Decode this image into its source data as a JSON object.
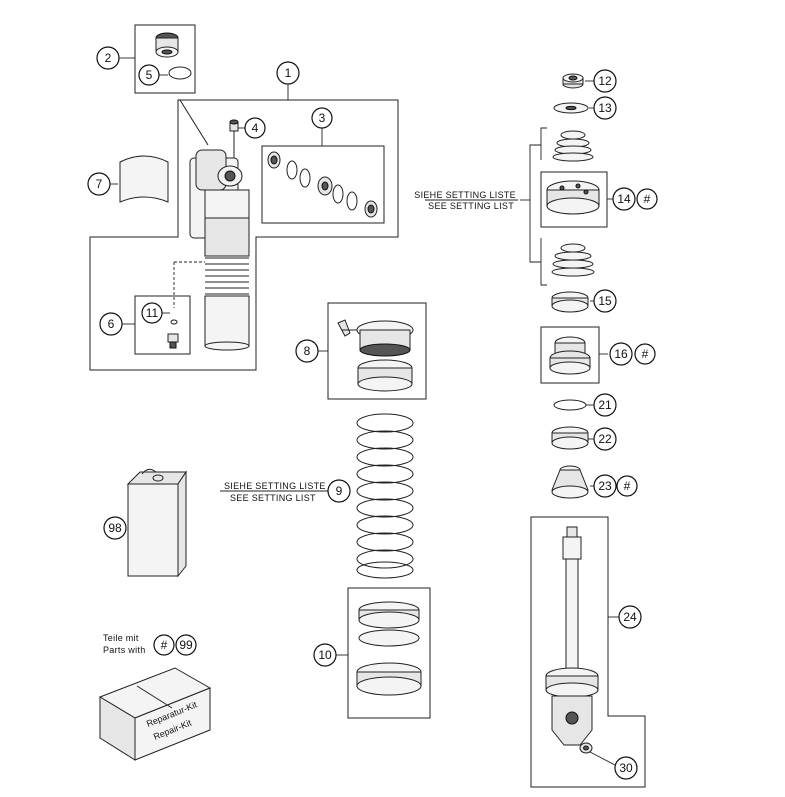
{
  "labels": {
    "n1": "1",
    "n2": "2",
    "n3": "3",
    "n4": "4",
    "n5": "5",
    "n6": "6",
    "n7": "7",
    "n8": "8",
    "n9": "9",
    "n10": "10",
    "n11": "11",
    "n12": "12",
    "n13": "13",
    "n14": "14",
    "n15": "15",
    "n16": "16",
    "n21": "21",
    "n22": "22",
    "n23": "23",
    "n24": "24",
    "n30": "30",
    "n98": "98",
    "n99": "99",
    "hash": "#"
  },
  "notes": {
    "setting_de": "SIEHE SETTING LISTE",
    "setting_en": "SEE SETTING LIST",
    "parts_with_de": "Teile mit",
    "parts_with_en": "Parts with",
    "repair_kit_de": "Reparatur-Kit",
    "repair_kit_en": "Repair-Kit"
  }
}
